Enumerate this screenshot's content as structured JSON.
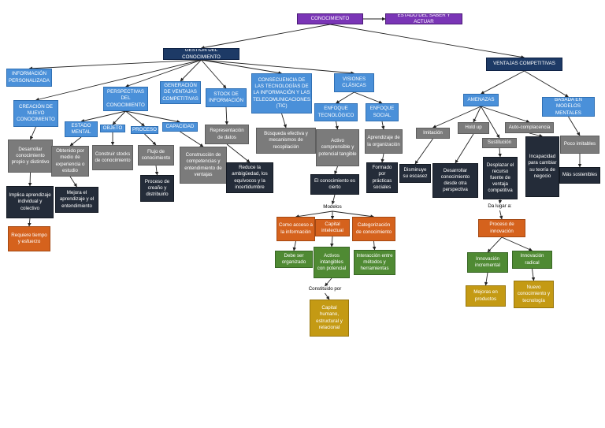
{
  "nodes": [
    {
      "id": "conocimiento",
      "text": "CONOCIMIENTO",
      "style": "purple"
    },
    {
      "id": "estado_saber",
      "text": "ESTADO DEL SABER Y ACTUAR",
      "style": "purple"
    },
    {
      "id": "gestion",
      "text": "GESTIÓN DEL CONOCIMIENTO",
      "style": "navy"
    },
    {
      "id": "ventajas",
      "text": "VENTAJAS COMPETITIVAS",
      "style": "navy"
    },
    {
      "id": "info_personalizada",
      "text": "INFORMACIÓN PERSONALIZADA",
      "style": "blue"
    },
    {
      "id": "creacion",
      "text": "CREACIÓN DE NUEVO CONOCIMIENTO",
      "style": "blue"
    },
    {
      "id": "perspectivas",
      "text": "PERSPECTIVAS DEL CONOCIMIENTO",
      "style": "blue"
    },
    {
      "id": "generacion",
      "text": "GENERACIÓN DE VENTAJAS COMPETITIVAS",
      "style": "blue"
    },
    {
      "id": "stock",
      "text": "STOCK DE INFORMACIÓN",
      "style": "blue"
    },
    {
      "id": "tic",
      "text": "CONSECUENCIA DE LAS TECNOLOGÍAS DE LA INFORMACIÓN Y LAS TELECOMUNICACIONES (TIC)",
      "style": "blue"
    },
    {
      "id": "visiones",
      "text": "VISIONES CLÁSICAS",
      "style": "blue"
    },
    {
      "id": "enf_tec",
      "text": "ENFOQUE TECNOLÓGICO",
      "style": "blue"
    },
    {
      "id": "enf_soc",
      "text": "ENFOQUE SOCIAL",
      "style": "blue"
    },
    {
      "id": "amenazas",
      "text": "AMENAZAS",
      "style": "blue"
    },
    {
      "id": "basada",
      "text": "BASADA EN MODELOS MENTALES",
      "style": "blue"
    },
    {
      "id": "estado_mental",
      "text": "ESTADO MENTAL",
      "style": "blue"
    },
    {
      "id": "objeto",
      "text": "OBJETO",
      "style": "blue"
    },
    {
      "id": "proceso",
      "text": "PROCESO",
      "style": "blue"
    },
    {
      "id": "capacidad",
      "text": "CAPACIDAD",
      "style": "blue"
    },
    {
      "id": "desarrollar",
      "text": "Desarrollar conocimiento propio y distintivo",
      "style": "gray"
    },
    {
      "id": "implica",
      "text": "Implica aprendizaje individual y colectivo",
      "style": "dark"
    },
    {
      "id": "requiere",
      "text": "Requiere tiempo y esfuerzo",
      "style": "orange"
    },
    {
      "id": "obtenido",
      "text": "Obtenido por medio de experiencia o estudio",
      "style": "gray"
    },
    {
      "id": "mejora",
      "text": "Mejora el aprendizaje y el entendimiento",
      "style": "dark"
    },
    {
      "id": "construir",
      "text": "Construir stocks de conocimiento",
      "style": "gray"
    },
    {
      "id": "flujo",
      "text": "Flujo de conocimiento",
      "style": "gray"
    },
    {
      "id": "proceso_creado",
      "text": "Proceso de creaño y distribuirlo",
      "style": "dark"
    },
    {
      "id": "construccion",
      "text": "Construcción de competencias y entendimiento de ventajas",
      "style": "gray"
    },
    {
      "id": "representacion",
      "text": "Representación de datos",
      "style": "gray"
    },
    {
      "id": "reduce",
      "text": "Reduce la ambigüedad, los equívocos y la incertidumbre",
      "style": "dark"
    },
    {
      "id": "busqueda",
      "text": "Búsqueda efectiva y mecanismos de recopilación",
      "style": "gray"
    },
    {
      "id": "activo",
      "text": "Activo comprensible y potencial tangible",
      "style": "gray"
    },
    {
      "id": "es_cierto",
      "text": "El conocimiento es cierto",
      "style": "dark"
    },
    {
      "id": "aprendizaje_org",
      "text": "Aprendizaje de la organización",
      "style": "gray"
    },
    {
      "id": "formado",
      "text": "Formado por prácticas sociales",
      "style": "dark"
    },
    {
      "id": "modelos",
      "text": "Modelos",
      "style": "plain"
    },
    {
      "id": "como_acceso",
      "text": "Como acceso a la información",
      "style": "orange"
    },
    {
      "id": "capital_int",
      "text": "Capital intelectual",
      "style": "orange"
    },
    {
      "id": "categorizacion",
      "text": "Categorización de conocimiento",
      "style": "orange"
    },
    {
      "id": "debe_ser",
      "text": "Debe ser organizado",
      "style": "green"
    },
    {
      "id": "activos_int",
      "text": "Activos intangibles con potencial",
      "style": "green"
    },
    {
      "id": "interaccion",
      "text": "Interacción entre métodos y herramientas",
      "style": "green"
    },
    {
      "id": "constituido",
      "text": "Constituido por",
      "style": "plain"
    },
    {
      "id": "capital_humano",
      "text": "Capital humano, estructural y relacional",
      "style": "gold"
    },
    {
      "id": "imitacion",
      "text": "Imitación",
      "style": "gray"
    },
    {
      "id": "disminuye",
      "text": "Disminuye su escasez",
      "style": "dark"
    },
    {
      "id": "hold_up",
      "text": "Hold up",
      "style": "gray"
    },
    {
      "id": "desarrollar2",
      "text": "Desarrollar conocimiento desde otra perspectiva",
      "style": "dark"
    },
    {
      "id": "sustitucion",
      "text": "Sustitución",
      "style": "gray"
    },
    {
      "id": "desplazar",
      "text": "Desplazar el recurso fuente de ventaja competitiva",
      "style": "dark"
    },
    {
      "id": "autocomp",
      "text": "Auto-complacencia",
      "style": "gray"
    },
    {
      "id": "incapacidad",
      "text": "Incapacidad para cambiar su teoría de negocio",
      "style": "dark"
    },
    {
      "id": "poco",
      "text": "Poco imitables",
      "style": "gray"
    },
    {
      "id": "mas",
      "text": "Más sostenibles",
      "style": "dark"
    },
    {
      "id": "da_lugar",
      "text": "Da lugar a:",
      "style": "plain"
    },
    {
      "id": "proceso_innov",
      "text": "Proceso de innovación",
      "style": "orange"
    },
    {
      "id": "innov_inc",
      "text": "Innovación incremental",
      "style": "green"
    },
    {
      "id": "innov_rad",
      "text": "Innovación radical",
      "style": "green"
    },
    {
      "id": "mejoras",
      "text": "Mejoras en productos",
      "style": "gold"
    },
    {
      "id": "nuevo",
      "text": "Nuevo conocimiento y tecnología",
      "style": "gold"
    }
  ],
  "edges": [
    [
      "conocimiento",
      "estado_saber"
    ],
    [
      "conocimiento",
      "gestion"
    ],
    [
      "conocimiento",
      "ventajas"
    ],
    [
      "gestion",
      "info_personalizada"
    ],
    [
      "gestion",
      "creacion"
    ],
    [
      "gestion",
      "perspectivas"
    ],
    [
      "gestion",
      "generacion"
    ],
    [
      "gestion",
      "stock"
    ],
    [
      "gestion",
      "tic"
    ],
    [
      "gestion",
      "visiones"
    ],
    [
      "creacion",
      "desarrollar"
    ],
    [
      "desarrollar",
      "implica"
    ],
    [
      "implica",
      "requiere"
    ],
    [
      "perspectivas",
      "estado_mental"
    ],
    [
      "perspectivas",
      "objeto"
    ],
    [
      "perspectivas",
      "proceso"
    ],
    [
      "perspectivas",
      "capacidad"
    ],
    [
      "estado_mental",
      "obtenido"
    ],
    [
      "obtenido",
      "mejora"
    ],
    [
      "objeto",
      "construir"
    ],
    [
      "proceso",
      "flujo"
    ],
    [
      "flujo",
      "proceso_creado"
    ],
    [
      "capacidad",
      "construccion"
    ],
    [
      "stock",
      "representacion"
    ],
    [
      "representacion",
      "reduce"
    ],
    [
      "tic",
      "busqueda"
    ],
    [
      "visiones",
      "enf_tec"
    ],
    [
      "visiones",
      "enf_soc"
    ],
    [
      "enf_tec",
      "activo"
    ],
    [
      "activo",
      "es_cierto"
    ],
    [
      "enf_soc",
      "aprendizaje_org"
    ],
    [
      "aprendizaje_org",
      "formado"
    ],
    [
      "es_cierto",
      "modelos"
    ],
    [
      "modelos",
      "como_acceso"
    ],
    [
      "modelos",
      "capital_int"
    ],
    [
      "modelos",
      "categorizacion"
    ],
    [
      "como_acceso",
      "debe_ser"
    ],
    [
      "capital_int",
      "activos_int"
    ],
    [
      "categorizacion",
      "interaccion"
    ],
    [
      "activos_int",
      "constituido"
    ],
    [
      "constituido",
      "capital_humano"
    ],
    [
      "ventajas",
      "amenazas"
    ],
    [
      "ventajas",
      "basada"
    ],
    [
      "amenazas",
      "imitacion"
    ],
    [
      "amenazas",
      "hold_up"
    ],
    [
      "amenazas",
      "sustitucion"
    ],
    [
      "amenazas",
      "autocomp"
    ],
    [
      "imitacion",
      "disminuye"
    ],
    [
      "hold_up",
      "desarrollar2"
    ],
    [
      "sustitucion",
      "desplazar"
    ],
    [
      "autocomp",
      "incapacidad"
    ],
    [
      "basada",
      "poco"
    ],
    [
      "poco",
      "mas"
    ],
    [
      "desplazar",
      "da_lugar"
    ],
    [
      "da_lugar",
      "proceso_innov"
    ],
    [
      "proceso_innov",
      "innov_inc"
    ],
    [
      "proceso_innov",
      "innov_rad"
    ],
    [
      "innov_inc",
      "mejoras"
    ],
    [
      "innov_rad",
      "nuevo"
    ]
  ]
}
